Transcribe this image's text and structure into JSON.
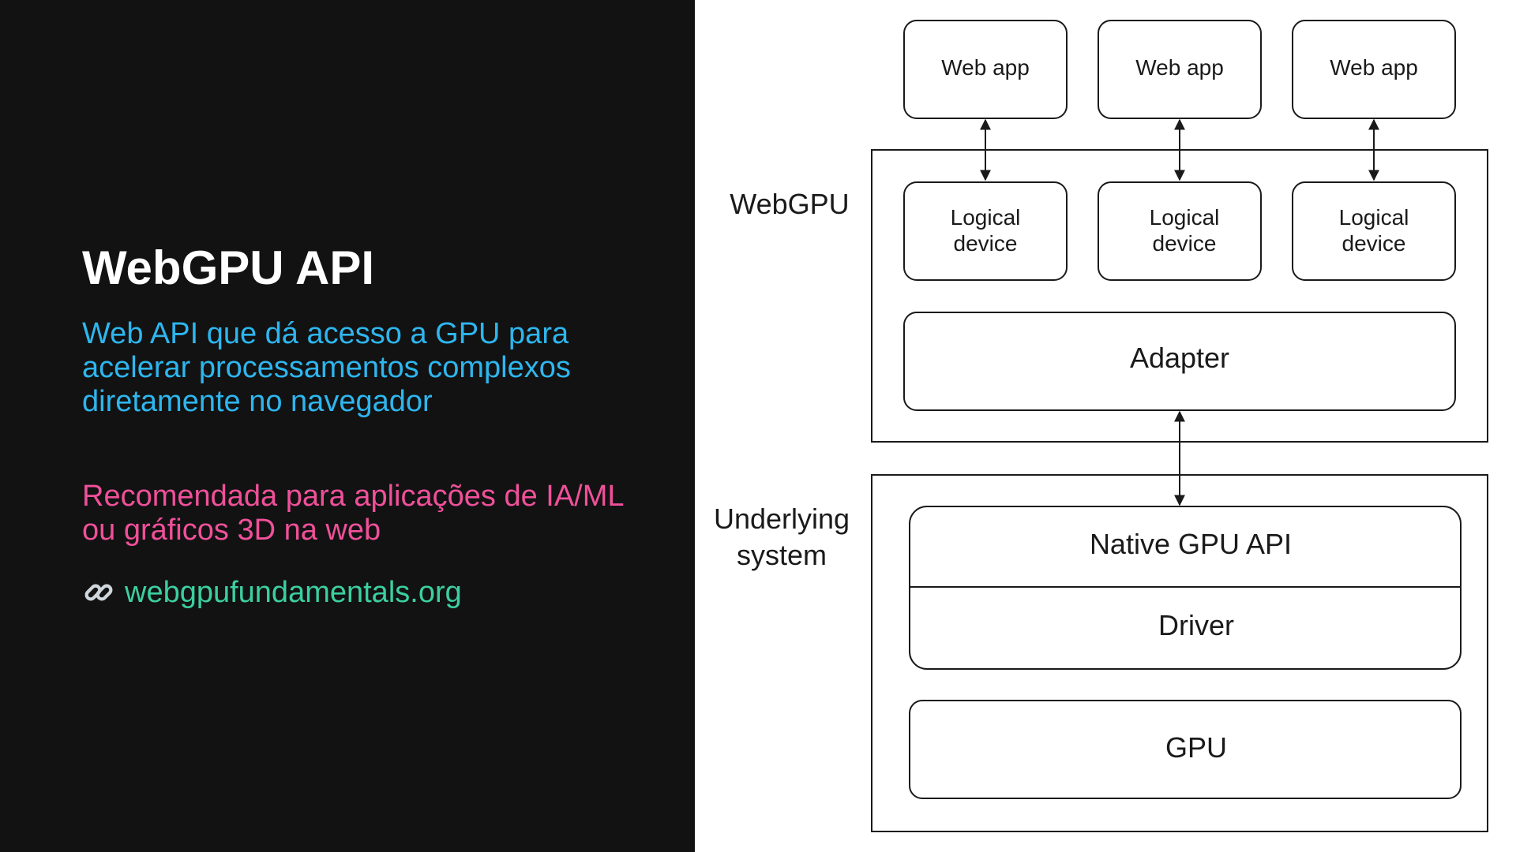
{
  "slide": {
    "title": "WebGPU API",
    "description": "Web API que dá acesso a GPU para acelerar processamentos complexos diretamente no navegador",
    "recommendation": "Recomendada para aplicações de IA/ML ou gráficos 3D na web",
    "link_text": "webgpufundamentals.org",
    "link_icon": "link-icon"
  },
  "diagram": {
    "webgpu_label": "WebGPU",
    "underlying_label_line1": "Underlying",
    "underlying_label_line2": "system",
    "web_apps": [
      "Web app",
      "Web app",
      "Web app"
    ],
    "logical_device_line1": "Logical",
    "logical_device_line2": "device",
    "adapter": "Adapter",
    "native_api": "Native GPU API",
    "driver": "Driver",
    "gpu": "GPU"
  },
  "colors": {
    "background_left": "#121212",
    "title": "#ffffff",
    "description": "#2eb6ee",
    "recommendation": "#f0509a",
    "link": "#3ccfa0"
  }
}
